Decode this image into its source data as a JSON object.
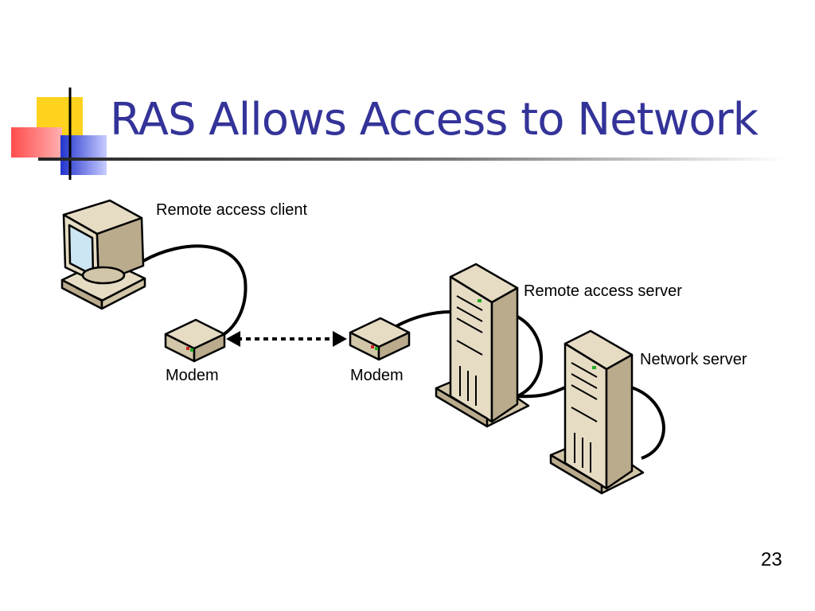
{
  "slide": {
    "title": "RAS Allows Access to Network",
    "page_number": "23"
  },
  "diagram": {
    "client_label": "Remote access client",
    "modem_left_label": "Modem",
    "modem_right_label": "Modem",
    "ras_server_label": "Remote access server",
    "network_server_label": "Network server"
  },
  "colors": {
    "title": "#333399",
    "device_fill": "#e6dcc4",
    "device_shade": "#b9ab8c",
    "screen": "#cde6f3",
    "deco_yellow": "#ffd21e",
    "deco_red": "#ff4c4c",
    "deco_blue": "#3344dd"
  },
  "icons": [
    "computer-icon",
    "modem-icon",
    "server-tower-icon"
  ]
}
